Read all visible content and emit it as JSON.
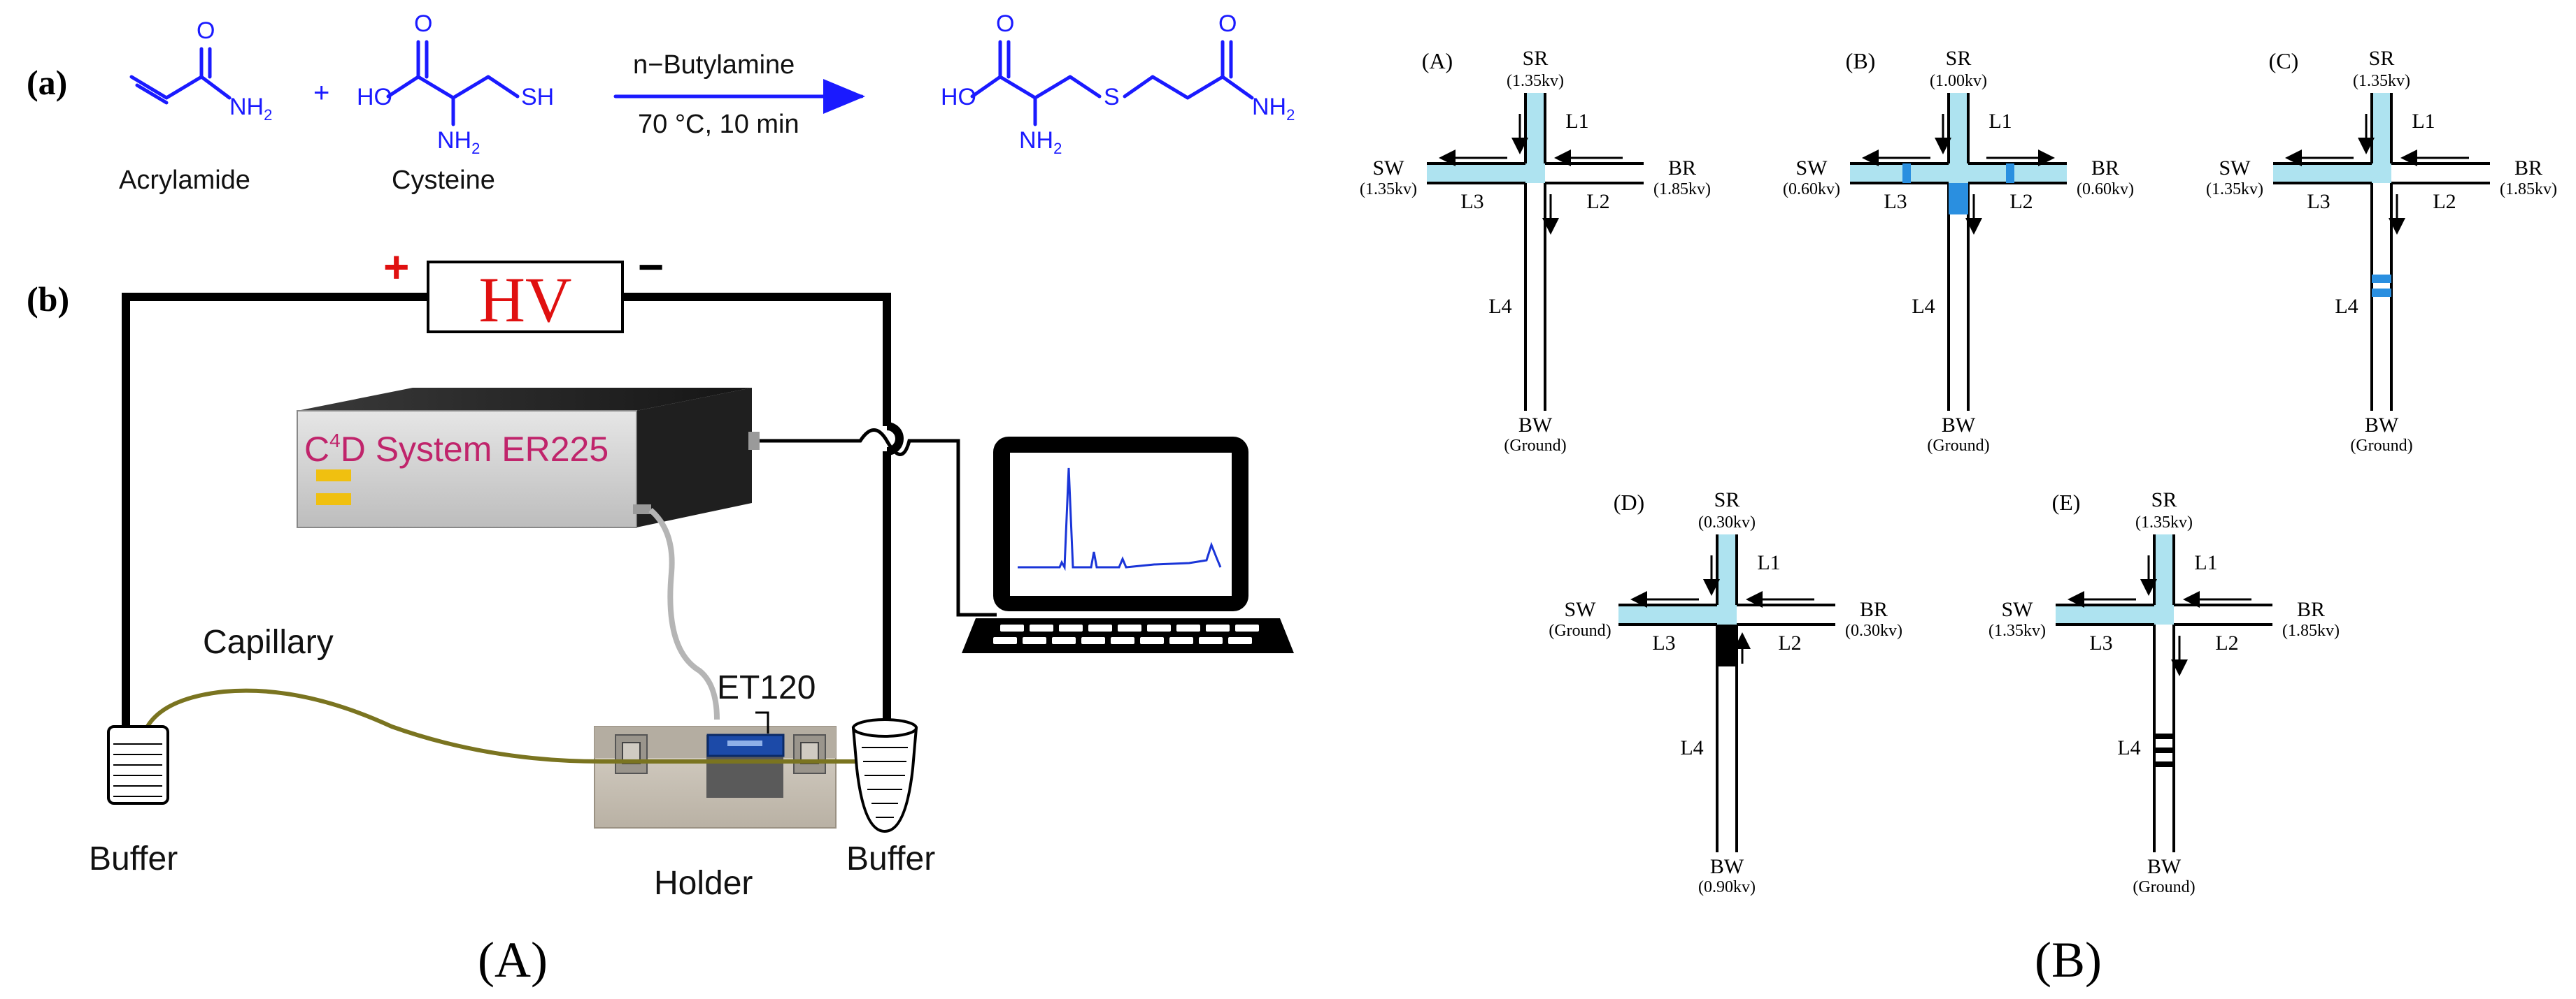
{
  "panel_a": {
    "row_a_label": "(a)",
    "row_b_label": "(b)",
    "reaction": {
      "reactant1": "Acrylamide",
      "reactant2": "Cysteine",
      "plus": "+",
      "condition_top": "n−Butylamine",
      "condition_bottom": "70 °C, 10 min",
      "nh2": "NH",
      "nh2_sub": "2",
      "o": "O",
      "ho": "HO",
      "sh": "SH",
      "s": "S"
    },
    "plus_sign": "+",
    "minus_sign": "−",
    "hv_label": "HV",
    "c4d_prefix": "C",
    "c4d_sup": "4",
    "c4d_rest": "D  System  ER225",
    "capillary_label": "Capillary",
    "et120_label": "ET120",
    "holder_label": "Holder",
    "buffer_left": "Buffer",
    "buffer_right": "Buffer",
    "caption": "(A)"
  },
  "panel_b": {
    "caption": "(B)",
    "diagrams": [
      {
        "id": "(A)",
        "sr": "SR",
        "sr_v": "(1.35kv)",
        "sw": "SW",
        "sw_v": "(1.35kv)",
        "br": "BR",
        "br_v": "(1.85kv)",
        "bw": "BW",
        "bw_v": "(Ground)",
        "l1": "L1",
        "l2": "L2",
        "l3": "L3",
        "l4": "L4"
      },
      {
        "id": "(B)",
        "sr": "SR",
        "sr_v": "(1.00kv)",
        "sw": "SW",
        "sw_v": "(0.60kv)",
        "br": "BR",
        "br_v": "(0.60kv)",
        "bw": "BW",
        "bw_v": "(Ground)",
        "l1": "L1",
        "l2": "L2",
        "l3": "L3",
        "l4": "L4"
      },
      {
        "id": "(C)",
        "sr": "SR",
        "sr_v": "(1.35kv)",
        "sw": "SW",
        "sw_v": "(1.35kv)",
        "br": "BR",
        "br_v": "(1.85kv)",
        "bw": "BW",
        "bw_v": "(Ground)",
        "l1": "L1",
        "l2": "L2",
        "l3": "L3",
        "l4": "L4"
      },
      {
        "id": "(D)",
        "sr": "SR",
        "sr_v": "(0.30kv)",
        "sw": "SW",
        "sw_v": "(Ground)",
        "br": "BR",
        "br_v": "(0.30kv)",
        "bw": "BW",
        "bw_v": "(0.90kv)",
        "l1": "L1",
        "l2": "L2",
        "l3": "L3",
        "l4": "L4"
      },
      {
        "id": "(E)",
        "sr": "SR",
        "sr_v": "(1.35kv)",
        "sw": "SW",
        "sw_v": "(1.35kv)",
        "br": "BR",
        "br_v": "(1.85kv)",
        "bw": "BW",
        "bw_v": "(Ground)",
        "l1": "L1",
        "l2": "L2",
        "l3": "L3",
        "l4": "L4"
      }
    ]
  },
  "colors": {
    "blue_structure": "#1a1aff",
    "hv_red": "#e01010",
    "c4d_text": "#c0246b",
    "light_blue": "#aee3f0",
    "band_blue": "#2a8fe0",
    "trace_blue": "#1a35d8",
    "capillary": "#7a7420"
  }
}
